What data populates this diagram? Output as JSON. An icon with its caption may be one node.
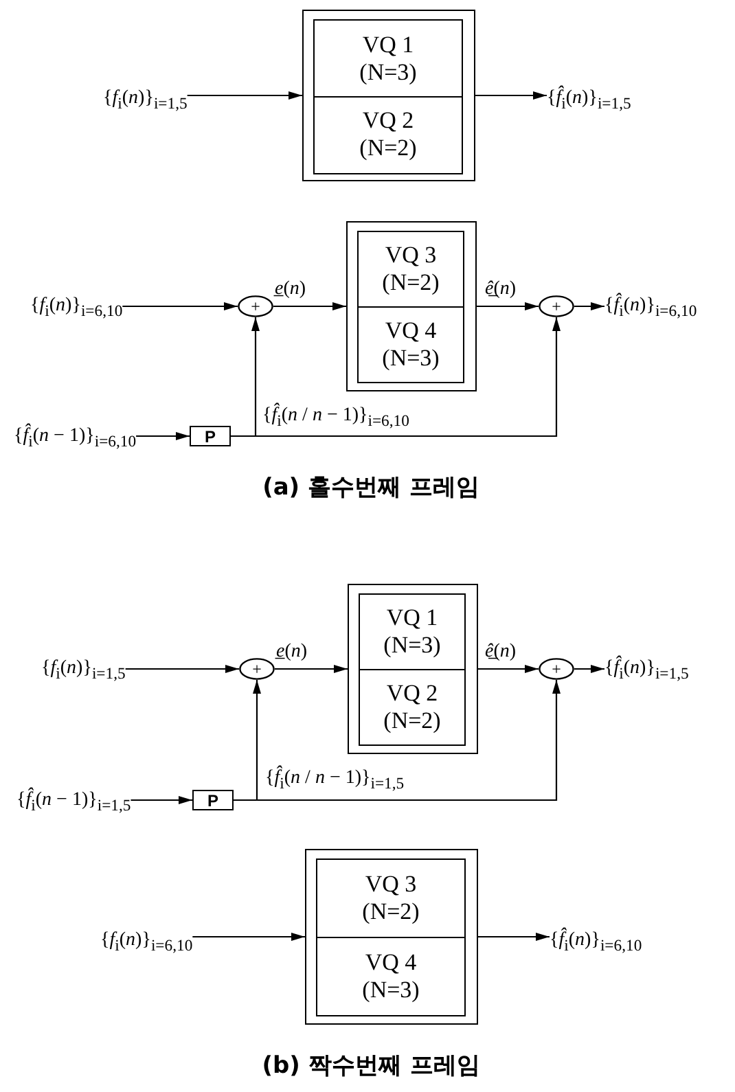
{
  "diagram": {
    "nodes": [
      {
        "text": [
          "{*f*$_{i}$(*n*)}$_{i=1,5}$"
        ]
      },
      {
        "text": [],
        "shape": "box"
      },
      {
        "text": [
          "VQ 1 (N=3)"
        ],
        "in": 1
      },
      {
        "text": [
          "VQ 2 (N=2)"
        ],
        "in": 1
      },
      {
        "text": [
          "{*f̂*$_{i}$(*n*)}$_{i=1,5}$"
        ]
      },
      {
        "text": [
          "{*f*$_{i}$(*n*)}$_{i=6,10}$"
        ]
      },
      {
        "text": [
          "+"
        ]
      },
      {
        "text": [],
        "shape": "box"
      },
      {
        "text": [
          "VQ 3 (N=2)"
        ],
        "in": 7
      },
      {
        "text": [
          "VQ 4 (N=3)"
        ],
        "in": 7
      },
      {
        "text": [
          "+"
        ]
      },
      {
        "text": [
          "{*f̂*$_{i}$(*n*)}$_{i=6,10}$"
        ]
      },
      {
        "text": [
          "{*f̂*$_{i}$(*n* − 1)}$_{i=6,10}$"
        ]
      },
      {
        "text": [
          "P"
        ]
      },
      {
        "text": [
          "{*f*$_{i}$(*n*)}$_{i=1,5}$"
        ]
      },
      {
        "text": [
          "+"
        ]
      },
      {
        "text": [],
        "shape": "box"
      },
      {
        "text": [
          "VQ 1 (N=3)"
        ],
        "in": 16
      },
      {
        "text": [
          "VQ 2 (N=2)"
        ],
        "in": 16
      },
      {
        "text": [
          "+"
        ]
      },
      {
        "text": [
          "{*f̂*$_{i}$(*n*)}$_{i=1,5}$"
        ]
      },
      {
        "text": [
          "{*f̂*$_{i}$(*n* − 1)}$_{i=1,5}$"
        ]
      },
      {
        "text": [
          "P"
        ]
      },
      {
        "text": [
          "{*f*$_{i}$(*n*)}$_{i=6,10}$"
        ]
      },
      {
        "text": [],
        "shape": "box"
      },
      {
        "text": [
          "VQ 3 (N=2)"
        ],
        "in": 24
      },
      {
        "text": [
          "VQ 4 (N=3)"
        ],
        "in": 24
      },
      {
        "text": [
          "{*f̂*$_{i}$(*n*)}$_{i=6,10}$"
        ]
      }
    ],
    "edges": [
      {
        "from": 0,
        "to": 1,
        "arrow": "to"
      },
      {
        "from": 1,
        "to": 4,
        "arrow": "to"
      },
      {
        "from": 5,
        "to": 6,
        "arrow": "to"
      },
      {
        "from": 6,
        "to": 7,
        "arrow": "to",
        "label": "*e̲*(*n*)"
      },
      {
        "from": 7,
        "to": 10,
        "arrow": "to",
        "label": "*ê̲*(*n*)"
      },
      {
        "from": 10,
        "to": 11,
        "arrow": "to"
      },
      {
        "from": 12,
        "to": 13,
        "arrow": "to"
      },
      {
        "from": 13,
        "to": 6,
        "arrow": "to"
      },
      {
        "from": 13,
        "to": 10,
        "arrow": "to",
        "label": "{*f̂*$_{i}$(*n* / *n* − 1)}$_{i=6,10}$"
      },
      {
        "from": 14,
        "to": 15,
        "arrow": "to"
      },
      {
        "from": 15,
        "to": 16,
        "arrow": "to",
        "label": "*e̲*(*n*)"
      },
      {
        "from": 16,
        "to": 19,
        "arrow": "to",
        "label": "*ê̲*(*n*)"
      },
      {
        "from": 19,
        "to": 20,
        "arrow": "to"
      },
      {
        "from": 21,
        "to": 22,
        "arrow": "to"
      },
      {
        "from": 22,
        "to": 15,
        "arrow": "to"
      },
      {
        "from": 22,
        "to": 19,
        "arrow": "to",
        "label": "{*f̂*$_{i}$(*n* / *n* − 1)}$_{i=1,5}$"
      },
      {
        "from": 23,
        "to": 24,
        "arrow": "to"
      },
      {
        "from": 24,
        "to": 27,
        "arrow": "to"
      }
    ],
    "labels": [
      "(a) 홀수번째 프레임",
      "(b) 짝수번째 프레임"
    ]
  }
}
